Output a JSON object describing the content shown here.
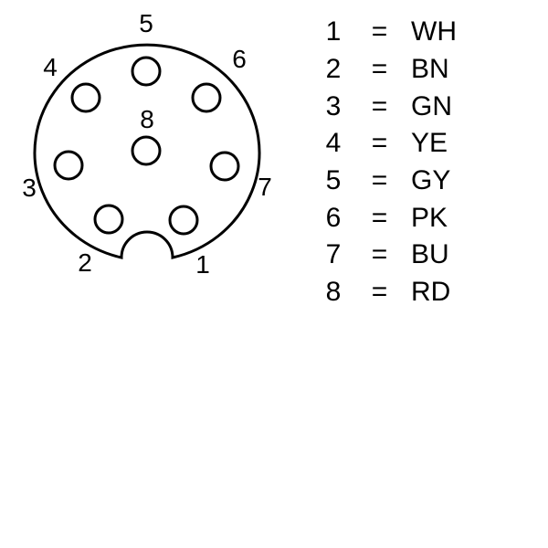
{
  "connector": {
    "pin_labels": [
      "1",
      "2",
      "3",
      "4",
      "5",
      "6",
      "7",
      "8"
    ]
  },
  "legend": [
    {
      "pin": "1",
      "eq": "=",
      "color": "WH"
    },
    {
      "pin": "2",
      "eq": "=",
      "color": "BN"
    },
    {
      "pin": "3",
      "eq": "=",
      "color": "GN"
    },
    {
      "pin": "4",
      "eq": "=",
      "color": "YE"
    },
    {
      "pin": "5",
      "eq": "=",
      "color": "GY"
    },
    {
      "pin": "6",
      "eq": "=",
      "color": "PK"
    },
    {
      "pin": "7",
      "eq": "=",
      "color": "BU"
    },
    {
      "pin": "8",
      "eq": "=",
      "color": "RD"
    }
  ]
}
